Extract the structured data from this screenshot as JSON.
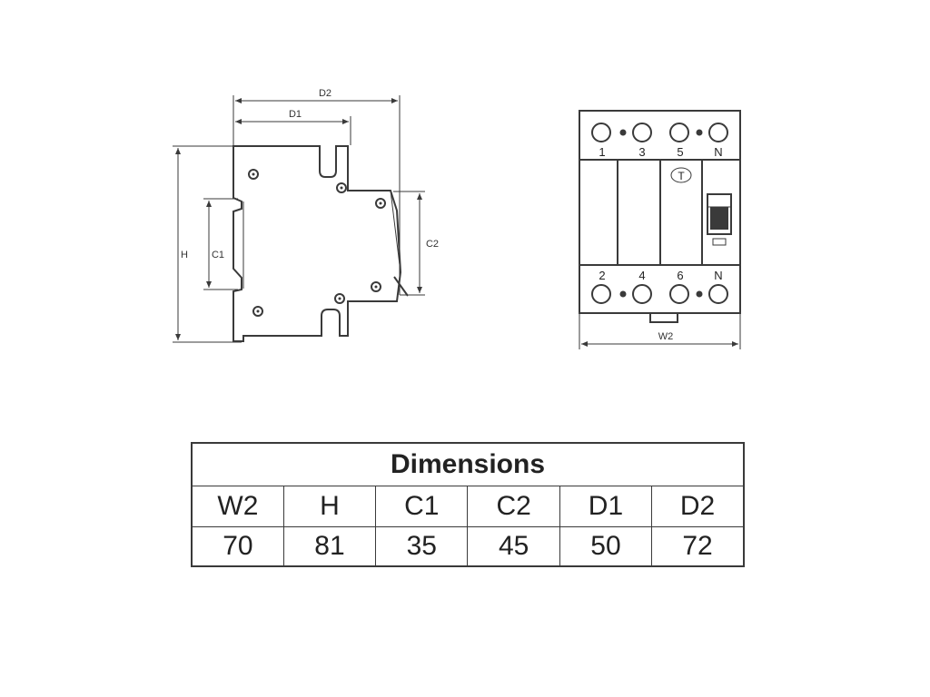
{
  "side_view": {
    "labels": {
      "d2": "D2",
      "d1": "D1",
      "h": "H",
      "c1": "C1",
      "c2": "C2"
    }
  },
  "front_view": {
    "top_terminals": [
      "1",
      "3",
      "5",
      "N"
    ],
    "bottom_terminals": [
      "2",
      "4",
      "6",
      "N"
    ],
    "test_button_label": "T",
    "width_label": "W2"
  },
  "table": {
    "title": "Dimensions",
    "headers": [
      "W2",
      "H",
      "C1",
      "C2",
      "D1",
      "D2"
    ],
    "values": [
      "70",
      "81",
      "35",
      "45",
      "50",
      "72"
    ]
  }
}
